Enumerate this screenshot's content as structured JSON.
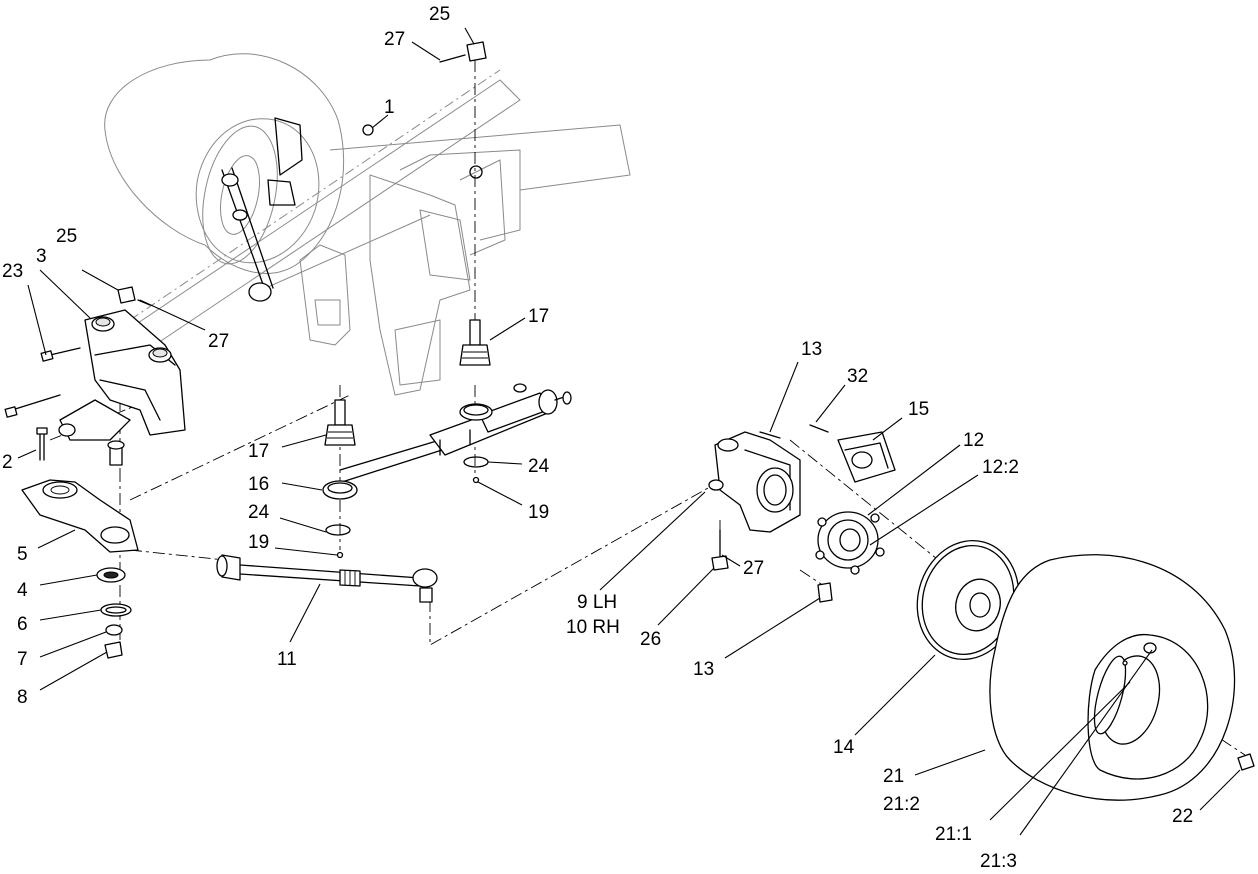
{
  "callouts": {
    "c1": "1",
    "c2": "2",
    "c3": "3",
    "c4": "4",
    "c5": "5",
    "c6": "6",
    "c7": "7",
    "c8": "8",
    "c9": "9 LH",
    "c10": "10 RH",
    "c11": "11",
    "c12": "12",
    "c12_2": "12:2",
    "c13_top": "13",
    "c13_bottom": "13",
    "c14": "14",
    "c15": "15",
    "c16": "16",
    "c17_top": "17",
    "c17_mid": "17",
    "c19_left": "19",
    "c19_right": "19",
    "c21": "21",
    "c21_2": "21:2",
    "c21_1": "21:1",
    "c21_3": "21:3",
    "c22": "22",
    "c23": "23",
    "c24_left": "24",
    "c24_right": "24",
    "c25_top": "25",
    "c25_left": "25",
    "c26": "26",
    "c27_top": "27",
    "c27_left": "27",
    "c27_right": "27",
    "c32": "32"
  }
}
